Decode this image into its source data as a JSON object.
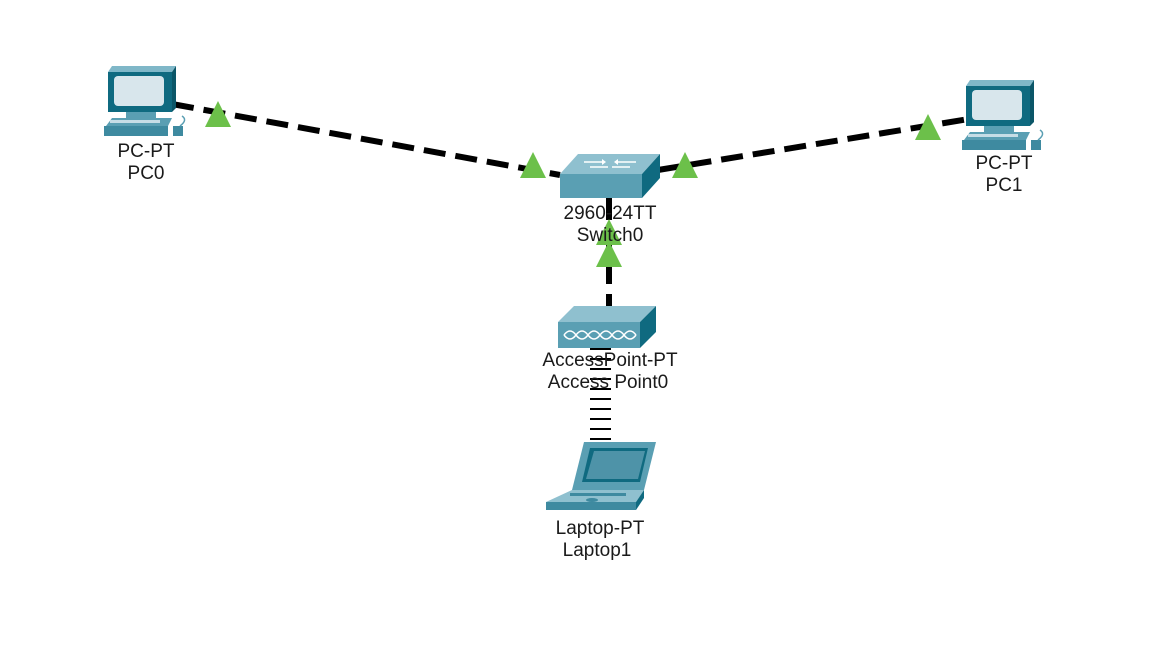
{
  "devices": {
    "pc0": {
      "model": "PC-PT",
      "name": "PC0"
    },
    "pc1": {
      "model": "PC-PT",
      "name": "PC1"
    },
    "switch0": {
      "model": "2960-24TT",
      "name": "Switch0"
    },
    "ap0": {
      "model": "AccessPoint-PT",
      "name": "Access Point0"
    },
    "laptop1": {
      "model": "Laptop-PT",
      "name": "Laptop1"
    }
  },
  "links": [
    {
      "from": "pc0",
      "to": "switch0",
      "style": "dashed",
      "status": "up"
    },
    {
      "from": "switch0",
      "to": "pc1",
      "style": "dashed",
      "status": "up"
    },
    {
      "from": "switch0",
      "to": "ap0",
      "style": "dashed",
      "status": "up"
    },
    {
      "from": "ap0",
      "to": "laptop1",
      "style": "wireless",
      "status": "connected"
    }
  ],
  "colors": {
    "link": "#000000",
    "link_status_up": "#6cc04a",
    "device_dark": "#0f6a80",
    "device_mid": "#5a9fb3",
    "device_light": "#c6dde6"
  },
  "icons": {
    "pc0": "desktop-pc-icon",
    "pc1": "desktop-pc-icon",
    "switch0": "switch-icon",
    "ap0": "access-point-icon",
    "laptop1": "laptop-icon"
  }
}
